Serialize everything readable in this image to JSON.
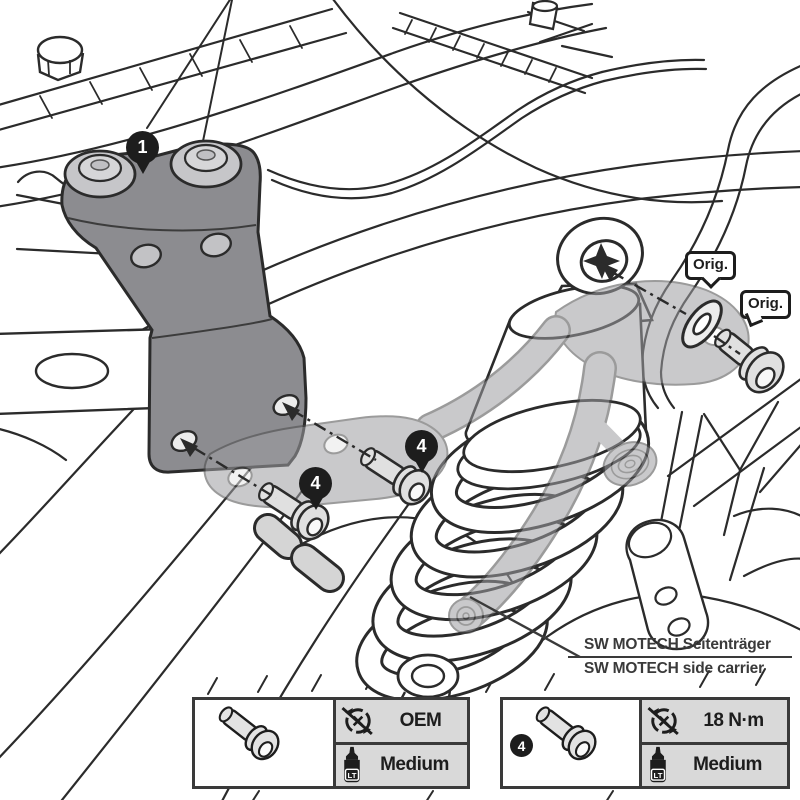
{
  "illustration": {
    "callout_1": "1",
    "callout_4a": "4",
    "callout_4b": "4",
    "orig_label_washer": "Orig.",
    "orig_label_bolt": "Orig.",
    "carrier_label_de": "SW MOTECH Seitenträger",
    "carrier_label_en": "SW MOTECH side carrier"
  },
  "spec_boxes": [
    {
      "badge": "",
      "torque_value": "OEM",
      "threadlocker": "Medium",
      "bottle_abbr": "LT"
    },
    {
      "badge": "4",
      "torque_value": "18 N·m",
      "threadlocker": "Medium",
      "bottle_abbr": "LT"
    }
  ],
  "colors": {
    "line": "#2b2b2b",
    "bracket_fill": "#8c8c90",
    "bracket_bolt_fill": "#c6c6c9",
    "carrier_overlay": "#9e9ea2",
    "spec_cell_bg": "#d9d9d9",
    "callout_bg": "#1d1d1d"
  }
}
